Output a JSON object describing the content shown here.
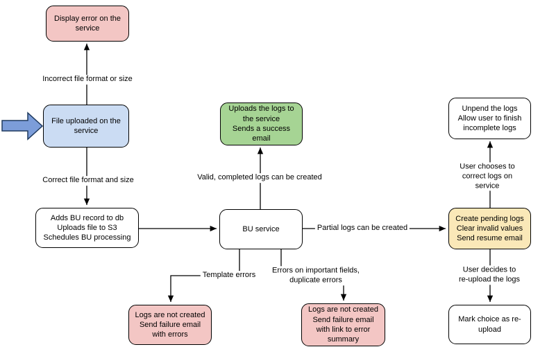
{
  "nodes": {
    "display_error": {
      "label": "Display error on the\nservice",
      "fill": "#F3C6C4"
    },
    "file_uploaded": {
      "label": "File uploaded on the\nservice",
      "fill": "#CBDCF3"
    },
    "adds_bu_record": {
      "label": "Adds BU record to db\nUploads file to S3\nSchedules BU processing",
      "fill": "#FFFFFF"
    },
    "bu_service": {
      "label": "BU service",
      "fill": "#FFFFFF"
    },
    "uploads_logs": {
      "label": "Uploads the logs to\nthe service\nSends a success\nemail",
      "fill": "#A6D494"
    },
    "create_pending_logs": {
      "label": "Create pending logs\nClear invalid values\nSend resume email",
      "fill": "#FAE8B8"
    },
    "unpend_logs": {
      "label": "Unpend the logs\nAllow user to finish\nincomplete logs",
      "fill": "#FFFFFF"
    },
    "mark_reupload": {
      "label": "Mark choice as re-\nupload",
      "fill": "#FFFFFF"
    },
    "logs_not_created_errors": {
      "label": "Logs are not created\nSend failure email\nwith errors",
      "fill": "#F3C6C4"
    },
    "logs_not_created_summary": {
      "label": "Logs are not created\nSend failure email\nwith link to error\nsummary",
      "fill": "#F3C6C4"
    }
  },
  "edge_labels": {
    "incorrect_format": "Incorrect file format or size",
    "correct_format": "Correct file format and size",
    "valid_logs": "Valid, completed logs can be created",
    "partial_logs": "Partial logs can be created",
    "user_corrects": "User chooses to correct logs on service",
    "user_reuploads": "User decides to re-upload the logs",
    "template_errors": "Template errors",
    "field_errors": "Errors on important fields,\nduplicate errors"
  },
  "colors": {
    "line": "#000000",
    "node_border": "#000000",
    "entry_arrow_fill": "#7C9DD9",
    "entry_arrow_stroke": "#1F3A5F"
  }
}
